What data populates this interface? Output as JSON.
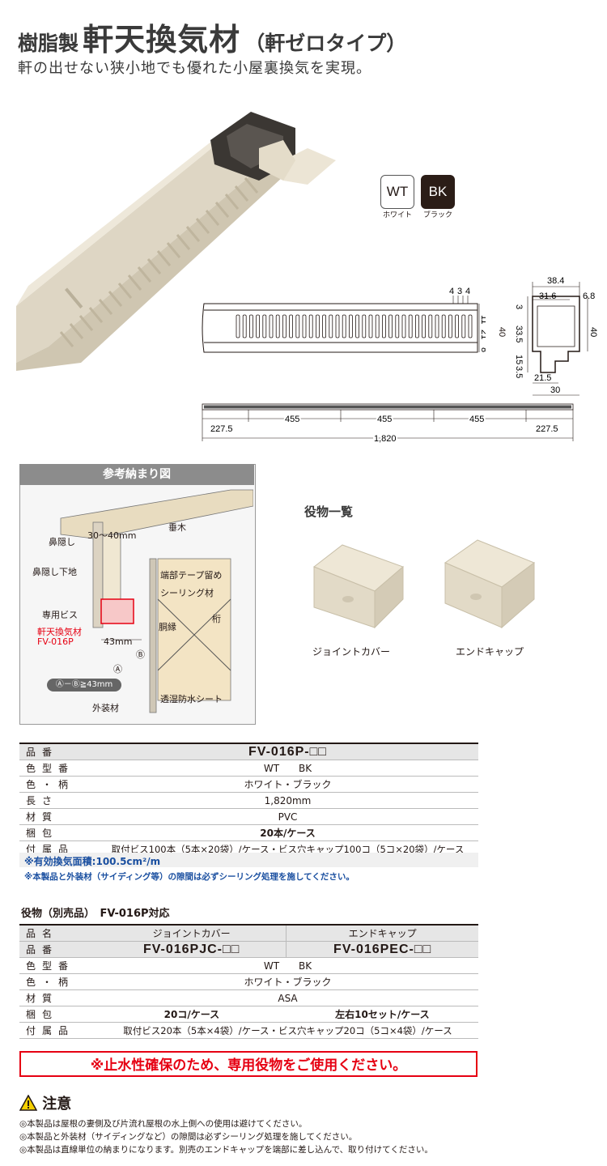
{
  "header": {
    "prefix": "樹脂製",
    "title": "軒天換気材",
    "suffix": "（軒ゼロタイプ）",
    "tagline": "軒の出せない狭小地でも優れた小屋裏換気を実現。"
  },
  "swatches": [
    {
      "code": "WT",
      "name": "ホワイト",
      "bg": "#ffffff",
      "fg": "#231815"
    },
    {
      "code": "BK",
      "name": "ブラック",
      "bg": "#2b1d17",
      "fg": "#ffffff"
    }
  ],
  "dimensions": {
    "top": [
      "4",
      "3",
      "4"
    ],
    "side_right": [
      "11",
      "21",
      "8"
    ],
    "side_total": "40",
    "profile_top": [
      "38.4",
      "31.6",
      "6.8"
    ],
    "profile_left": [
      "3",
      "33.5",
      "15",
      "3.5"
    ],
    "profile_right": "40",
    "profile_bottom": [
      "21.5",
      "30"
    ],
    "length_segments": [
      "227.5",
      "455",
      "455",
      "455",
      "227.5"
    ],
    "length_total": "1,820"
  },
  "reference": {
    "heading": "参考納まり図",
    "labels": {
      "nose": "鼻隠し",
      "nose_base": "鼻隠し下地",
      "screw": "専用ビス",
      "product": "軒天換気材",
      "product_code": "FV-016P",
      "rafter": "垂木",
      "range": "30～40mm",
      "tape": "端部テープ留め",
      "sealing": "シーリング材",
      "furring": "胴縁",
      "beam": "桁",
      "gap": "43mm",
      "point_a": "Ⓐ",
      "point_b": "Ⓑ",
      "rule": "Ⓐ－Ⓑ≧43mm",
      "sheet": "透湿防水シート",
      "exterior": "外装材"
    }
  },
  "accessories": {
    "heading": "役物一覧",
    "items": [
      "ジョイントカバー",
      "エンドキャップ"
    ]
  },
  "spec": {
    "rows": [
      {
        "k": "品番",
        "v": "FV-016P-□□"
      },
      {
        "k": "色型番",
        "v": "WT　　BK"
      },
      {
        "k": "色・柄",
        "v": "ホワイト・ブラック"
      },
      {
        "k": "長さ",
        "v": "1,820mm"
      },
      {
        "k": "材質",
        "v": "PVC"
      },
      {
        "k": "梱包",
        "v": "20本/ケース"
      },
      {
        "k": "付属品",
        "v": "取付ビス100本（5本×20袋）/ケース・ビス穴キャップ100コ（5コ×20袋）/ケース"
      }
    ],
    "note1": "※有効換気面積:100.5cm²/m",
    "note2": "※本製品と外装材（サイディング等）の隙間は必ずシーリング処理を施してください。"
  },
  "acc_spec": {
    "heading": "役物（別売品）　FV-016P対応",
    "rows": {
      "name": {
        "k": "品名",
        "a": "ジョイントカバー",
        "b": "エンドキャップ"
      },
      "code": {
        "k": "品番",
        "a": "FV-016PJC-□□",
        "b": "FV-016PEC-□□"
      },
      "color_code": {
        "k": "色型番",
        "v": "WT　　BK"
      },
      "color": {
        "k": "色・柄",
        "v": "ホワイト・ブラック"
      },
      "material": {
        "k": "材質",
        "v": "ASA"
      },
      "pack": {
        "k": "梱包",
        "a": "20コ/ケース",
        "b": "左右10セット/ケース"
      },
      "parts": {
        "k": "付属品",
        "v": "取付ビス20本（5本×4袋）/ケース・ビス穴キャップ20コ（5コ×4袋）/ケース"
      }
    }
  },
  "warning": "※止水性確保のため、専用役物をご使用ください。",
  "caution": {
    "heading": "注意",
    "notes": [
      "◎本製品は屋根の妻側及び片流れ屋根の水上側への使用は避けてください。",
      "◎本製品と外装材（サイディングなど）の隙間は必ずシーリング処理を施してください。",
      "◎本製品は直線単位の納まりになります。別売のエンドキャップを端部に差し込んで、取り付けてください。"
    ]
  }
}
